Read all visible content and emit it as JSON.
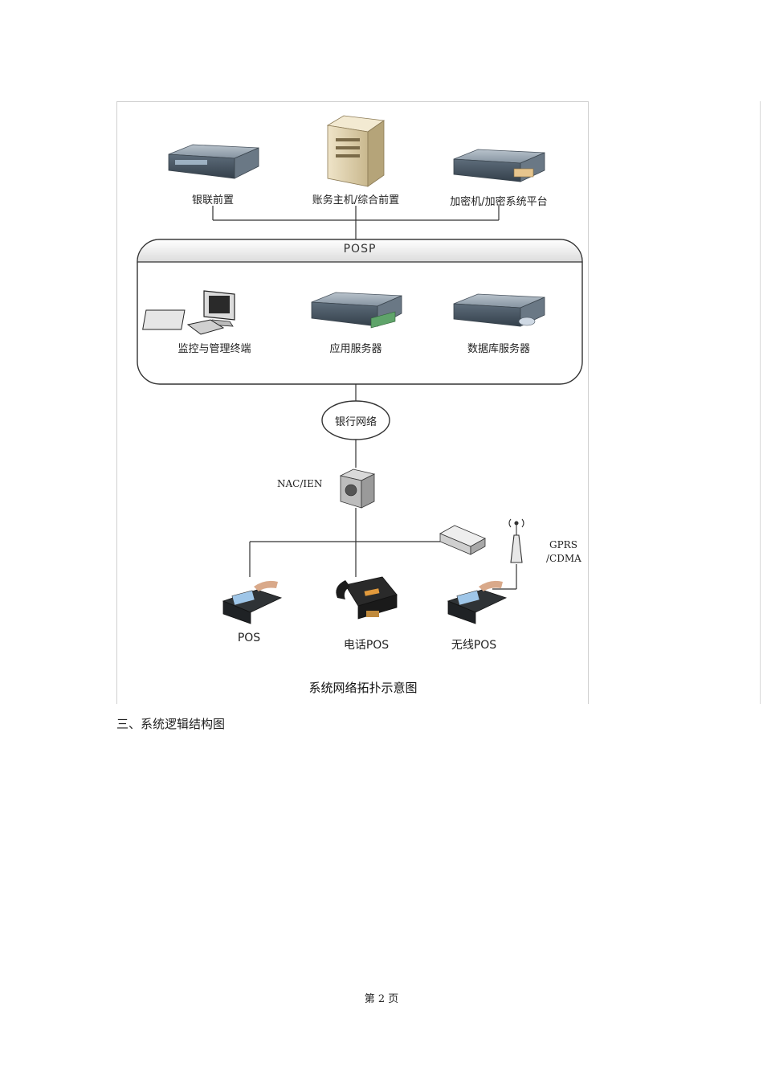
{
  "diagram": {
    "top_nodes": {
      "unionpay_front": "银联前置",
      "accounting_host": "账务主机/综合前置",
      "encryption": "加密机/加密系统平台"
    },
    "posp": {
      "title": "POSP",
      "monitor_terminal": "监控与管理终端",
      "app_server": "应用服务器",
      "db_server": "数据库服务器"
    },
    "bank_network": "银行网络",
    "nac": "NAC/IEN",
    "gprs_line1": "GPRS",
    "gprs_line2": "/CDMA",
    "pos": "POS",
    "phone_pos": "电话POS",
    "wireless_pos": "无线POS",
    "caption": "系统网络拓扑示意图"
  },
  "section_heading": "三、系统逻辑结构图",
  "page_number": "第 2 页"
}
